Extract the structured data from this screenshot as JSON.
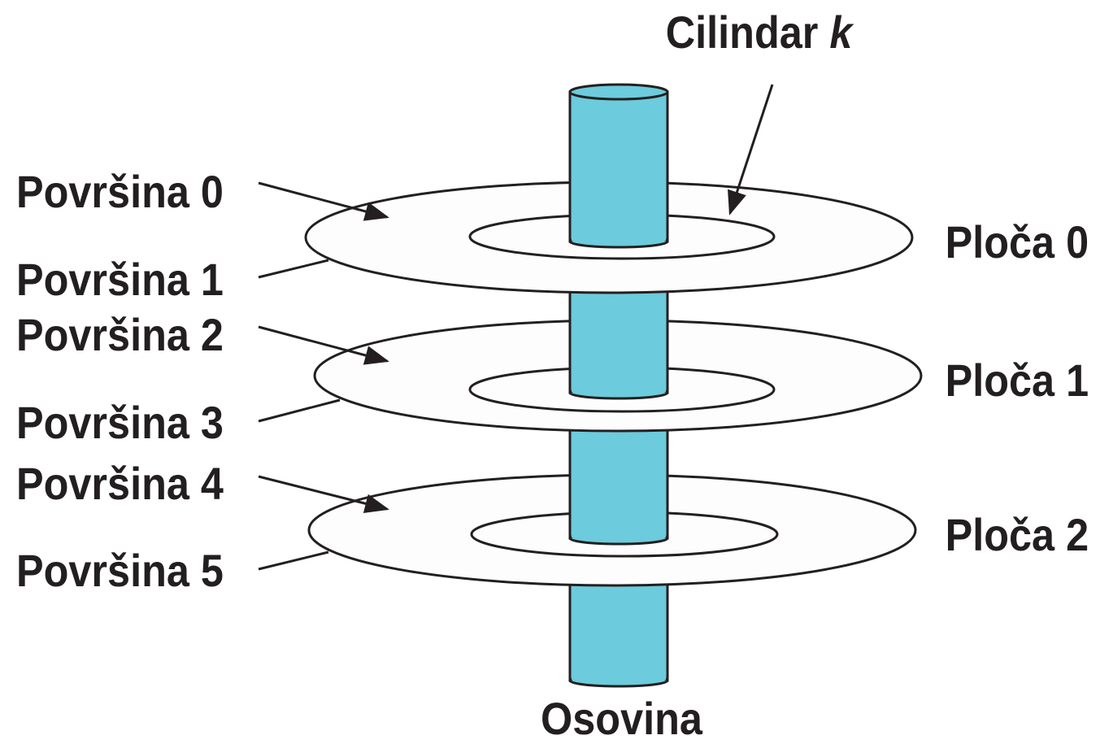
{
  "title": {
    "prefix": "Cilindar",
    "variable": "k"
  },
  "surfaces": [
    "Površina 0",
    "Površina 1",
    "Površina 2",
    "Površina 3",
    "Površina 4",
    "Površina 5"
  ],
  "platters": [
    "Ploča 0",
    "Ploča 1",
    "Ploča 2"
  ],
  "axis_label": "Osovina",
  "colors": {
    "spindle": "#6ccbdc",
    "platter": "#fdfdfd",
    "stroke": "#231f20",
    "text": "#231f20"
  }
}
